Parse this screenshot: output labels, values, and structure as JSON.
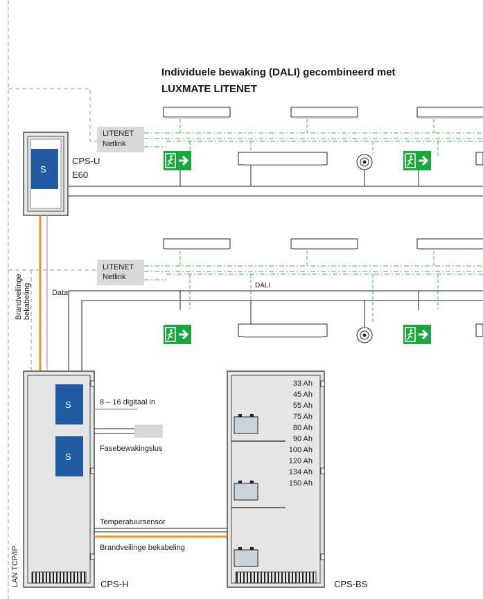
{
  "title_line1": "Individuele bewaking (DALI) gecombineerd met",
  "title_line2": "LUXMATE LITENET",
  "litenet_label_1": "LITENET",
  "litenet_label_2": "Netlink",
  "dali_label": "DALI",
  "cps_u_label_1": "CPS-U",
  "cps_u_label_2": "E60",
  "module_letter": "S",
  "data_label": "Data",
  "fire_cable_vertical_1": "Brandveilinge",
  "fire_cable_vertical_2": "bekabeling",
  "digital_in_label": "8 – 16 digitaal in",
  "phase_monitor_label": "Fasebewakingslus",
  "temp_sensor_label": "Temperatuursensor",
  "fire_cable_label": "Brandveilinge bekabeling",
  "lan_label": "LAN TCP/IP",
  "cps_h_label": "CPS-H",
  "cps_bs_label": "CPS-BS",
  "battery_capacities": [
    "33 Ah",
    "45 Ah",
    "55 Ah",
    "75 Ah",
    "80 Ah",
    "90 Ah",
    "100 Ah",
    "120 Ah",
    "134 Ah",
    "150 Ah"
  ],
  "colors": {
    "cabinet_fill": "#e6e6e6",
    "module_blue": "#1f5aa3",
    "exit_green": "#1aa83c",
    "litenet_dashdot": "#3fb34a",
    "fire_cable": "#f0961e",
    "data_cable": "#c77fc0",
    "dashed_gray": "#9a9a9a",
    "label_box": "#d9d9d9"
  }
}
